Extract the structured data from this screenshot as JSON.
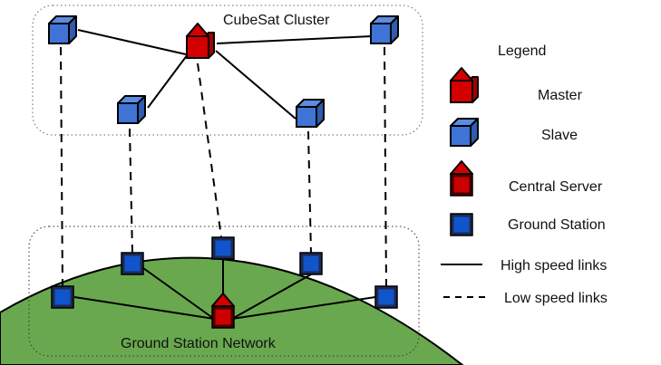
{
  "diagram": {
    "cluster_label": "CubeSat Cluster",
    "ground_label": "Ground Station Network",
    "colors": {
      "slave_face": "#3f74d6",
      "slave_top": "#5a8de0",
      "slave_side": "#2f5bb0",
      "master_face": "#d40000",
      "master_side": "#a80000",
      "ground_fill": "#6aa84f",
      "station_fill": "#1155cc",
      "station_border": "#1c2a52"
    },
    "nodes": [
      {
        "id": "slave-1",
        "type": "slave"
      },
      {
        "id": "slave-2",
        "type": "slave"
      },
      {
        "id": "slave-3",
        "type": "slave"
      },
      {
        "id": "slave-4",
        "type": "slave"
      },
      {
        "id": "master",
        "type": "master"
      },
      {
        "id": "station-1",
        "type": "ground-station"
      },
      {
        "id": "station-2",
        "type": "ground-station"
      },
      {
        "id": "station-3",
        "type": "ground-station"
      },
      {
        "id": "station-4",
        "type": "ground-station"
      },
      {
        "id": "station-5",
        "type": "ground-station"
      },
      {
        "id": "central-server",
        "type": "central-server"
      }
    ],
    "edges": [
      {
        "from": "master",
        "to": "slave-1",
        "type": "high"
      },
      {
        "from": "master",
        "to": "slave-2",
        "type": "high"
      },
      {
        "from": "master",
        "to": "slave-3",
        "type": "high"
      },
      {
        "from": "master",
        "to": "slave-4",
        "type": "high"
      },
      {
        "from": "central-server",
        "to": "station-1",
        "type": "high"
      },
      {
        "from": "central-server",
        "to": "station-2",
        "type": "high"
      },
      {
        "from": "central-server",
        "to": "station-3",
        "type": "high"
      },
      {
        "from": "central-server",
        "to": "station-4",
        "type": "high"
      },
      {
        "from": "central-server",
        "to": "station-5",
        "type": "high"
      },
      {
        "from": "slave-1",
        "to": "station-1",
        "type": "low"
      },
      {
        "from": "slave-2",
        "to": "station-2",
        "type": "low"
      },
      {
        "from": "master",
        "to": "station-3",
        "type": "low"
      },
      {
        "from": "slave-3",
        "to": "station-4",
        "type": "low"
      },
      {
        "from": "slave-4",
        "to": "station-5",
        "type": "low"
      }
    ]
  },
  "legend": {
    "title": "Legend",
    "items": [
      {
        "label": "Master",
        "icon": "master-icon"
      },
      {
        "label": "Slave",
        "icon": "slave-icon"
      },
      {
        "label": "Central Server",
        "icon": "central-server-icon"
      },
      {
        "label": "Ground Station",
        "icon": "ground-station-icon"
      },
      {
        "label": "High speed links",
        "icon": "solid-line-icon"
      },
      {
        "label": "Low speed links",
        "icon": "dashed-line-icon"
      }
    ]
  }
}
